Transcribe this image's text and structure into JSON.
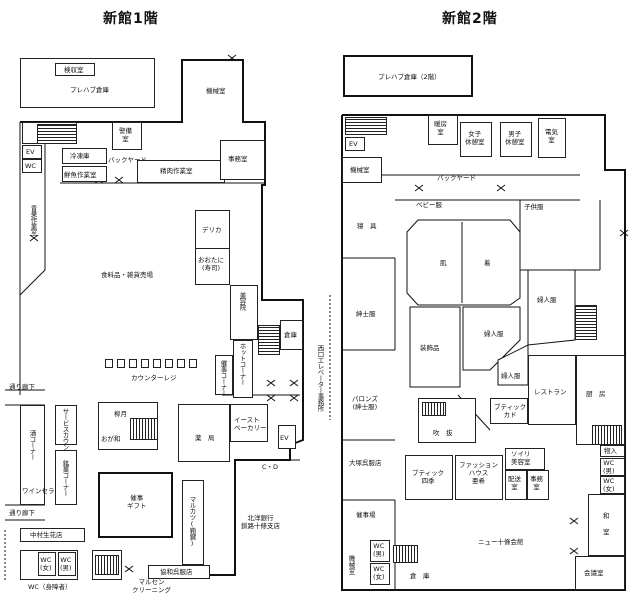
{
  "floor1": {
    "title": "新館1階",
    "rooms": {
      "kenshu": "検収室",
      "prefab": "プレハブ倉庫",
      "kikai": "機械室",
      "keibi": "警備\n室",
      "ev": "EV",
      "wc": "WC",
      "reito": "冷凍庫",
      "backyard": "バックヤード",
      "jimu": "事務室",
      "sengyo": "鮮魚作業室",
      "seiniku": "精肉作業室",
      "seika": "青果作業室",
      "deli": "デリカ",
      "ootani": "おおたに\n(寿司)",
      "food": "食料品・雑貨売場",
      "biyou": "美容院",
      "souko": "倉庫",
      "hot": "ホットコーナー",
      "saiji_corner": "催事コーナー",
      "counter": "カウンターレジ",
      "west_elev": "西口エレベーター事務所",
      "toori_top": "通り廊下",
      "service": "サービスカウンター",
      "sake": "酒コーナー",
      "meika": "銘菓コーナー",
      "wine": "ワインセラー",
      "ryugetsu": "柳月",
      "ogawa": "おが和",
      "yakkyoku": "薬　局",
      "east": "イースト\nベーカリー",
      "ev2": "EV",
      "cd": "C・D",
      "saiji_gift": "催事\nギフト",
      "marukatsu": "マルカツ(鞄鍵)",
      "hokuyo": "北洋銀行\n釧路十條支店",
      "toori_bottom": "通り廊下",
      "nakamura": "中村生花店",
      "wc_f": "WC\n(女)",
      "wc_m": "WC\n(男)",
      "wc_dis": "WC（身障者）",
      "kyowa": "協和呉服店",
      "marusen": "マルセン\nクリーニング"
    }
  },
  "floor2": {
    "title": "新館2階",
    "rooms": {
      "prefab2": "プレハブ倉庫（2階）",
      "danbo": "暖房\n室",
      "joshi": "女子\n休憩室",
      "danshi": "男子\n休憩室",
      "denki": "電気\n室",
      "ev": "EV",
      "kikai": "機械室",
      "backyard": "バックヤード",
      "baby": "ベビー服",
      "kodomo": "子供服",
      "shingu": "寝　具",
      "hada": "肌",
      "gi": "着",
      "fujin1": "婦人服",
      "shinshi": "紳士服",
      "soshokuhin": "装飾品",
      "fujin2": "婦人服",
      "fujin3": "婦人服",
      "restaurant": "レストラン",
      "chubo": "厨　房",
      "parons": "パロンズ\n(紳士服)",
      "fukinuke": "吹　抜",
      "boutique_kado": "ブティック\nカド",
      "ohtsuka": "大塚呉服店",
      "boutique_shiki": "ブティック\n四季",
      "fashion": "ファッション\nハウス\n亜希",
      "soiri": "ソイリ\n美容室",
      "haizou": "配送\n室",
      "jimu": "事務\n室",
      "monoire": "物入",
      "wc_m": "WC\n(男)",
      "wc_f": "WC\n(女)",
      "saiji_ba": "催事場",
      "washitsu": "和\n\n室",
      "newjujo": "ニュー十條会館",
      "kikai2": "機械室",
      "wc2_m": "WC\n(男)",
      "wc2_f": "WC\n(女)",
      "souko": "倉　庫",
      "kaigi": "会議室"
    }
  }
}
